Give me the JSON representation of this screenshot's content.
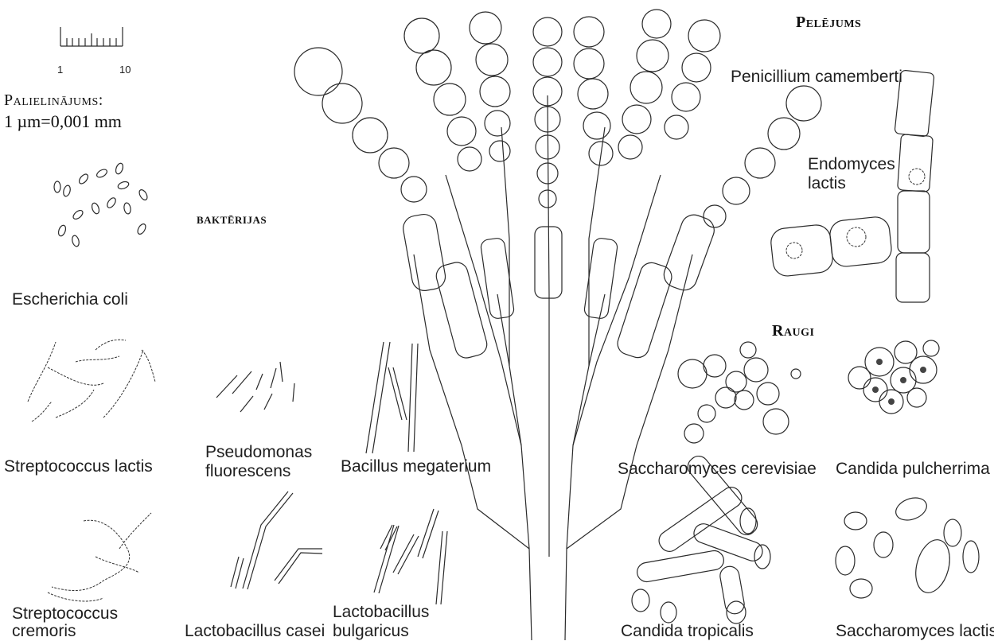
{
  "scale": {
    "tick_start": "1",
    "tick_end": "10"
  },
  "magnification": {
    "title": "Palielinājums:",
    "value": "1 µm=0,001 mm"
  },
  "groups": {
    "bacteria": "baktērijas",
    "mold": "Pelējums",
    "yeasts": "Raugi"
  },
  "organisms": {
    "e_coli": "Escherichia coli",
    "strep_lactis": "Streptococcus lactis",
    "pseudomonas_1": "Pseudomonas",
    "pseudomonas_2": "fluorescens",
    "bacillus": "Bacillus megaterium",
    "strep_cremoris_1": "Streptococcus",
    "strep_cremoris_2": "cremoris",
    "lacto_casei": "Lactobacillus casei",
    "lacto_bulg_1": "Lactobacillus",
    "lacto_bulg_2": "bulgaricus",
    "penicillium": "Penicillium camemberti",
    "endomyces_1": "Endomyces",
    "endomyces_2": "lactis",
    "sacch_cerevisiae": "Saccharomyces cerevisiae",
    "candida_pulcherrima": "Candida pulcherrima",
    "candida_tropicalis": "Candida tropicalis",
    "sacch_lactis": "Saccharomyces lactis"
  }
}
